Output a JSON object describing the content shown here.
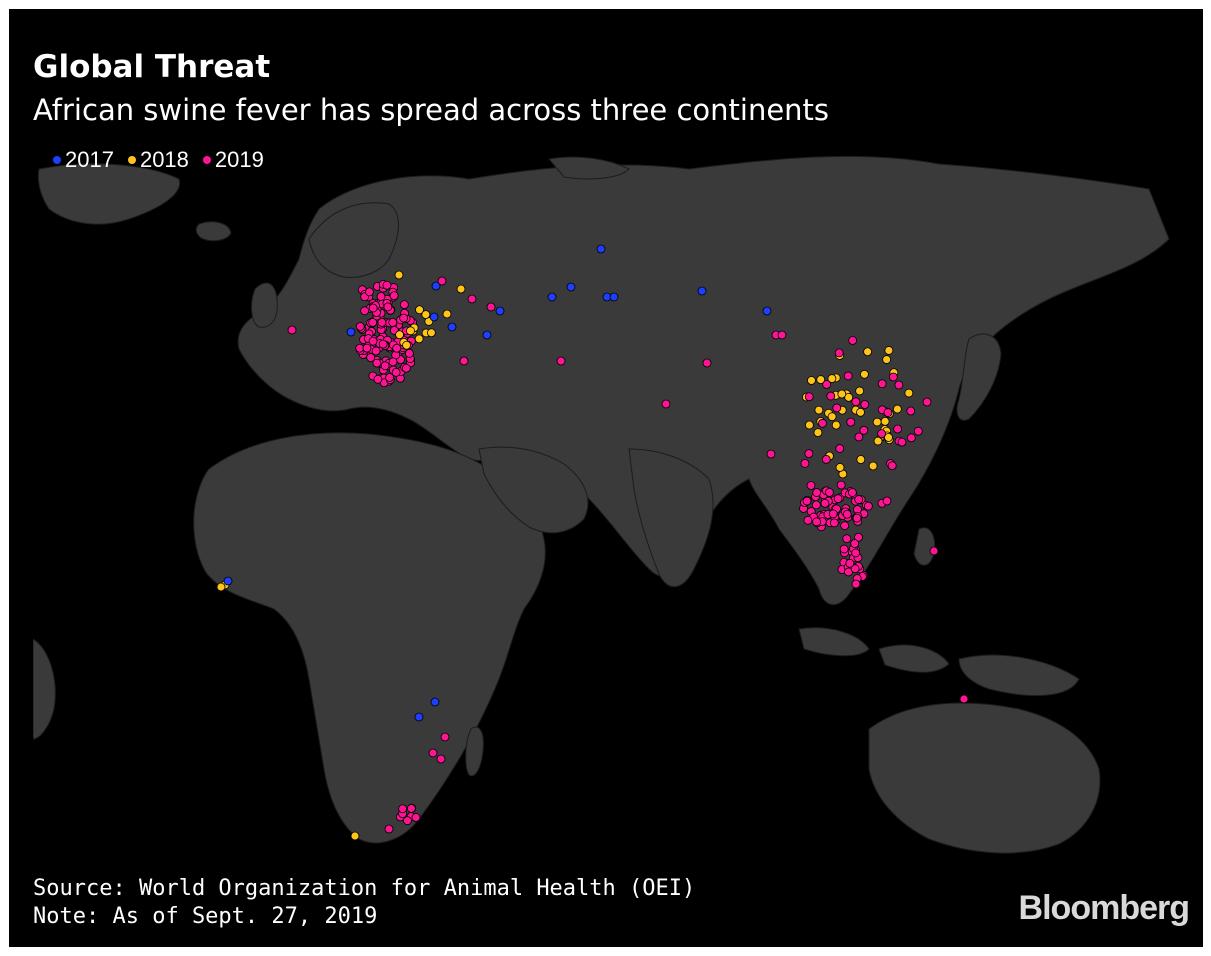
{
  "header": {
    "title": "Global Threat",
    "subtitle": "African swine fever has spread across three continents"
  },
  "legend": {
    "items": [
      {
        "label": "2017",
        "color": "#1f3fff"
      },
      {
        "label": "2018",
        "color": "#ffc419"
      },
      {
        "label": "2019",
        "color": "#ff1493"
      }
    ]
  },
  "colors": {
    "background": "#000000",
    "land": "#3a3a3a",
    "borders": "#1a1a1a"
  },
  "footer": {
    "source": "Source: World Organization for Animal Health (OEI)",
    "note": "Note: As of Sept. 27, 2019"
  },
  "brand": {
    "logo_text": "Bloomberg"
  }
}
